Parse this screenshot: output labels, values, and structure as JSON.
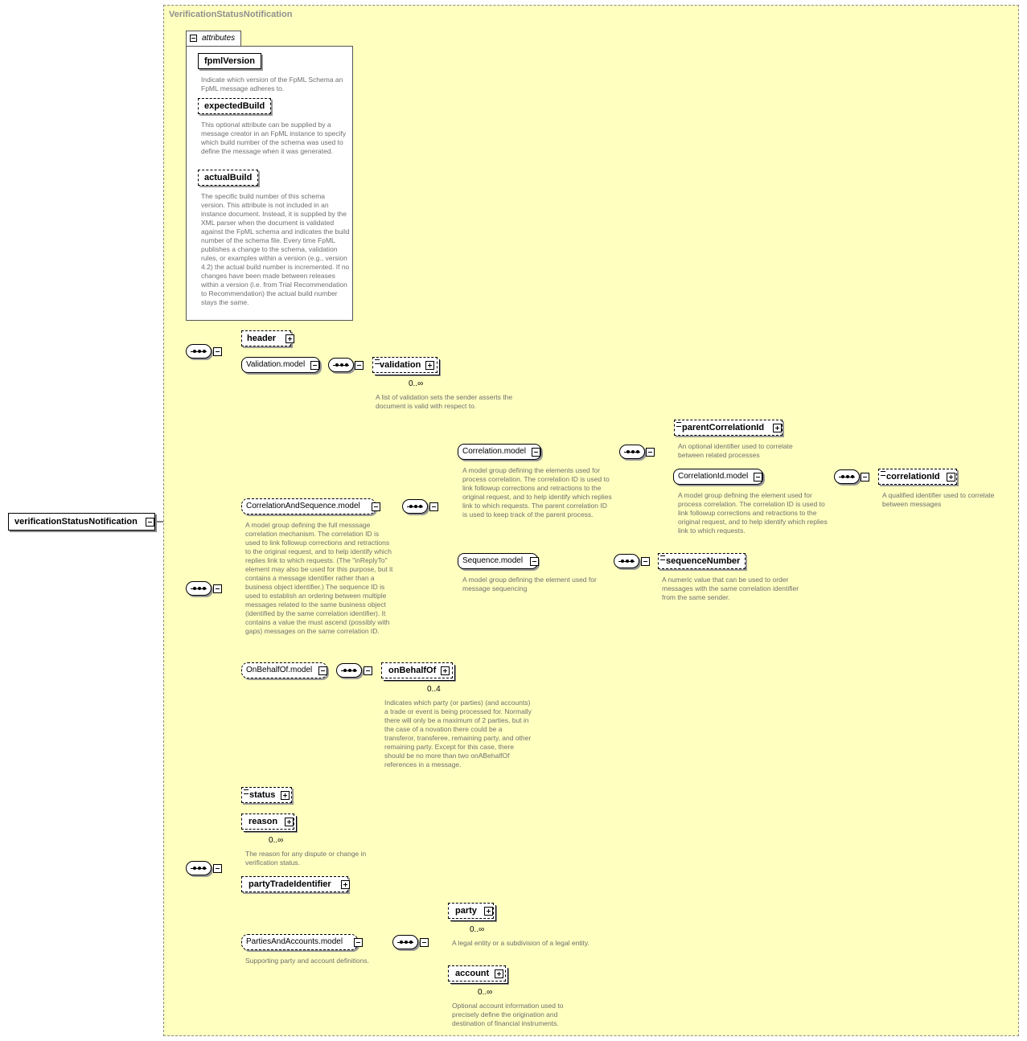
{
  "diagram": {
    "title": "VerificationStatusNotification",
    "root": "verificationStatusNotification",
    "attributes": {
      "tab_label": "attributes",
      "items": [
        {
          "name": "fpmlVersion",
          "desc": "Indicate which version of the FpML Schema an FpML message adheres to."
        },
        {
          "name": "expectedBuild",
          "desc": "This optional attribute can be supplied by a message creator in an FpML instance to specify which build number of the schema was used to define the message when it was generated."
        },
        {
          "name": "actualBuild",
          "desc": "The specific build number of this schema version. This attribute is not included in an instance document. Instead, it is supplied by the XML parser when the document is validated against the FpML schema and indicates the build number of the schema file. Every time FpML publishes a change to the schema, validation rules, or examples within a version (e.g., version 4.2) the actual build number is incremented. If no changes have been made between releases within a version (i.e. from Trial Recommendation to Recommendation) the actual build number stays the same."
        }
      ]
    },
    "nodes": {
      "header": "header",
      "validation_model": "Validation.model",
      "validation": "validation",
      "validation_card": "0..∞",
      "validation_desc": "A list of validation sets the sender asserts the document is valid with respect to.",
      "cas_model": "CorrelationAndSequence.model",
      "cas_desc": "A model group defining the full messsage correlation mechanism. The correlation ID is used to link followup corrections and retractions to the original request, and to help identify which replies link to which requests. (The \"inReplyTo\" element may also be used for this purpose, but it contains a message identifier rather than a business object identifier.) The sequence ID is used to establish an ordering between multiple messages related to the same business object (identified by the same correlation identifier). It contains a value the must ascend (possibly with gaps) messages on the same correlation ID.",
      "correlation_model": "Correlation.model",
      "correlation_desc": "A model group defining the elements used for process correlation. The correlation ID is used to link followup corrections and retractions to the original request, and to help identify which replies link to which requests. The parent correlation ID is used to keep track of the parent process.",
      "parent_correlation_id": "parentCorrelationId",
      "parent_correlation_desc": "An optional identifier used to correlate between related processes",
      "correlation_id_model": "CorrelationId.model",
      "correlation_id_model_desc": "A model group defining the element used for process correlation. The correlation ID is used to link followup corrections and retractions to the original request, and to help identify which replies link to which requests.",
      "correlation_id": "correlationId",
      "correlation_id_desc": "A qualified identifier used to correlate between messages",
      "sequence_model": "Sequence.model",
      "sequence_desc": "A model group defining the element used for message sequencing",
      "sequence_number": "sequenceNumber",
      "sequence_number_desc": "A numeric value that can be used to order messages with the same correlation identifier from the same sender.",
      "on_behalf_of_model": "OnBehalfOf.model",
      "on_behalf_of": "onBehalfOf",
      "on_behalf_of_card": "0..4",
      "on_behalf_of_desc": "Indicates which party (or parties) (and accounts) a trade or event is being processed for. Normally there will only be a maximum of 2 parties, but in the case of a novation there could be a transferor, transferee, remaining party, and other remaining party. Except for this case, there should be no more than two onABehalfOf references in a message.",
      "status": "status",
      "reason": "reason",
      "reason_card": "0..∞",
      "reason_desc": "The reason for any dispute or change in verification status.",
      "party_trade_identifier": "partyTradeIdentifier",
      "parties_and_accounts_model": "PartiesAndAccounts.model",
      "parties_and_accounts_desc": "Supporting party and account definitions.",
      "party": "party",
      "party_card": "0..∞",
      "party_desc": "A legal entity or a subdivision of a legal entity.",
      "account": "account",
      "account_card": "0..∞",
      "account_desc": "Optional account information used to precisely define the origination and destination of financial instruments."
    }
  }
}
